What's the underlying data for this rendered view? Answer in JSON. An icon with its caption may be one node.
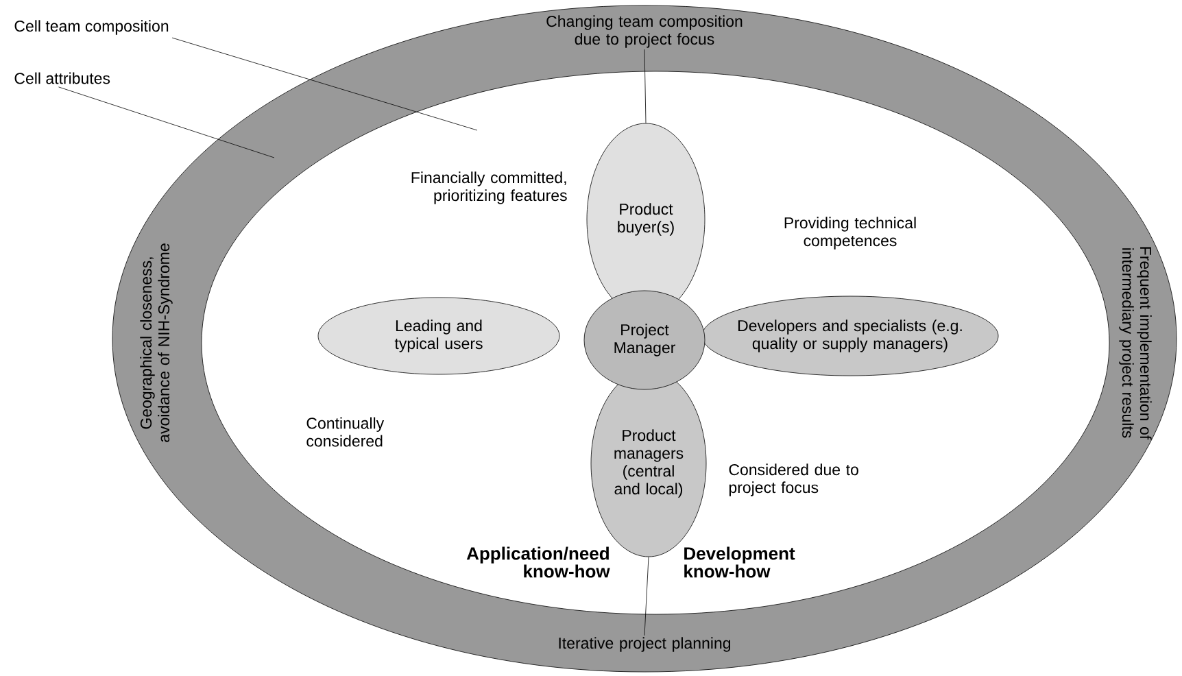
{
  "diagram": {
    "nodes": [
      {
        "text": [],
        "shape": "band"
      },
      {
        "text": [
          "Changing team composition due to project focus"
        ],
        "in": 0
      },
      {
        "text": [
          "Geographical closeness, avoidance of NIH-Syndrome"
        ],
        "in": 0
      },
      {
        "text": [
          "Product buyer(s)"
        ],
        "in": 0
      },
      {
        "text": [
          "Leading and typical users"
        ],
        "in": 0
      },
      {
        "text": [
          "Project Manager"
        ],
        "in": 0
      },
      {
        "text": [
          "Developers and specialists (e.g. quality or supply managers)"
        ],
        "in": 0
      },
      {
        "text": [
          "Product managers (central and local)"
        ],
        "in": 0
      },
      {
        "text": [
          "Frequent implementation of intermediary project results"
        ],
        "in": 0
      },
      {
        "text": [
          "Iterative project planning"
        ],
        "in": 0
      },
      {
        "text": [
          "Cell team composition"
        ]
      },
      {
        "text": [
          "Cell attributes"
        ]
      }
    ],
    "edges": [
      {
        "from": 1,
        "to": 3,
        "arrow": "none"
      },
      {
        "from": 7,
        "to": 9,
        "arrow": "none"
      },
      {
        "from": 10,
        "to": null,
        "arrow": "none"
      },
      {
        "from": 11,
        "to": 0,
        "arrow": "none"
      }
    ],
    "labels": [
      "Financially committed, prioritizing features",
      "Providing technical competences",
      "Continually considered",
      "Considered due to project focus",
      "Application/need know-how",
      "Development know-how"
    ]
  }
}
